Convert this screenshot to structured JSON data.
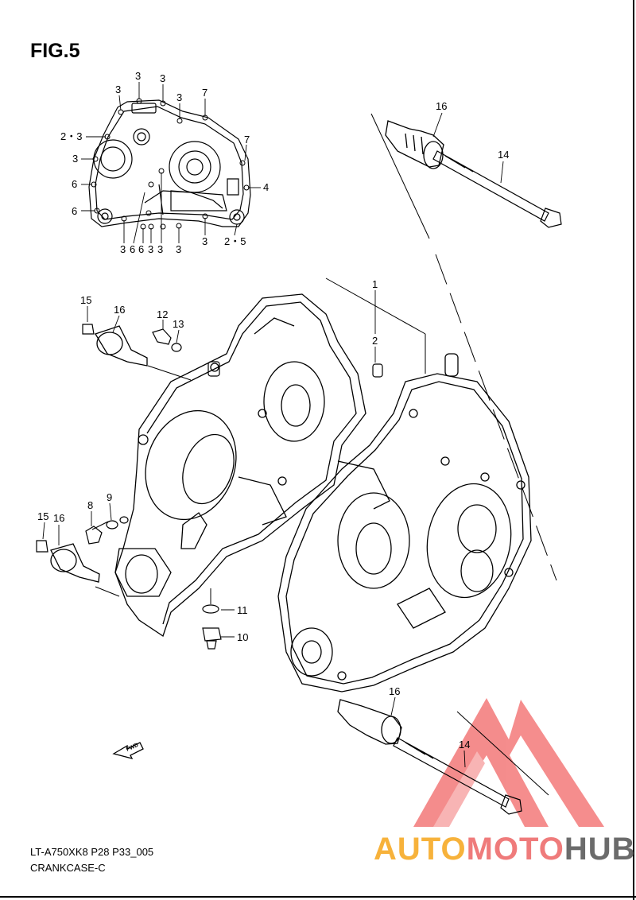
{
  "figure": {
    "title": "FIG.5",
    "model_code": "LT-A750XK8 P28 P33_005",
    "section_name": "CRANKCASE-C"
  },
  "fwd_label": "FWD",
  "watermark": {
    "part1": "AUTO",
    "part2": "MOTO",
    "part3": "HUB",
    "color1": "#f7b23b",
    "color2": "#ef7b7b",
    "color3": "#6b6b6b",
    "logo_color": "#f26d6d"
  },
  "inset_callouts": [
    {
      "id": "i1",
      "label": "3"
    },
    {
      "id": "i2",
      "label": "3"
    },
    {
      "id": "i3",
      "label": "3"
    },
    {
      "id": "i4",
      "label": "3"
    },
    {
      "id": "i5",
      "label": "7"
    },
    {
      "id": "i6",
      "label": "2・3"
    },
    {
      "id": "i7",
      "label": "7"
    },
    {
      "id": "i8",
      "label": "3"
    },
    {
      "id": "i9",
      "label": "6"
    },
    {
      "id": "i10",
      "label": "4"
    },
    {
      "id": "i11",
      "label": "6"
    },
    {
      "id": "i12",
      "label": "3"
    },
    {
      "id": "i13",
      "label": "6"
    },
    {
      "id": "i14",
      "label": "6"
    },
    {
      "id": "i15",
      "label": "3"
    },
    {
      "id": "i16",
      "label": "3"
    },
    {
      "id": "i17",
      "label": "3"
    },
    {
      "id": "i18",
      "label": "3"
    },
    {
      "id": "i19",
      "label": "2・5"
    }
  ],
  "main_callouts": [
    {
      "id": "m16a",
      "label": "16"
    },
    {
      "id": "m14a",
      "label": "14"
    },
    {
      "id": "m1",
      "label": "1"
    },
    {
      "id": "m2",
      "label": "2"
    },
    {
      "id": "m15a",
      "label": "15"
    },
    {
      "id": "m16b",
      "label": "16"
    },
    {
      "id": "m12",
      "label": "12"
    },
    {
      "id": "m13",
      "label": "13"
    },
    {
      "id": "m8",
      "label": "8"
    },
    {
      "id": "m9",
      "label": "9"
    },
    {
      "id": "m15b",
      "label": "15"
    },
    {
      "id": "m16c",
      "label": "16"
    },
    {
      "id": "m11",
      "label": "11"
    },
    {
      "id": "m10",
      "label": "10"
    },
    {
      "id": "m16d",
      "label": "16"
    },
    {
      "id": "m14b",
      "label": "14"
    }
  ]
}
